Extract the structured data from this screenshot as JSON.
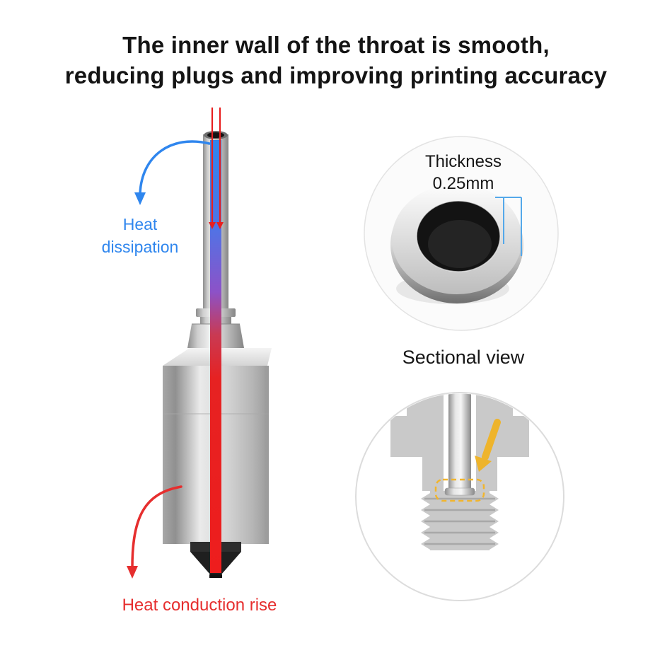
{
  "title": {
    "line1": "The inner wall of the throat is smooth,",
    "line2": "reducing plugs and improving printing accuracy"
  },
  "hotend_diagram": {
    "heat_dissipation": {
      "line1": "Heat",
      "line2": "dissipation"
    },
    "heat_conduction": "Heat conduction rise"
  },
  "thickness_callout": {
    "title": "Thickness",
    "value": "0.25mm"
  },
  "sectional_callout": {
    "title": "Sectional view"
  },
  "colors": {
    "heat_blue": "#2f86ee",
    "heat_red": "#e62e2e",
    "measure_blue": "#54a8ea",
    "highlight_yellow": "#eeb42c",
    "title_text": "#141414",
    "metal_gray": "#c9c9c9"
  }
}
